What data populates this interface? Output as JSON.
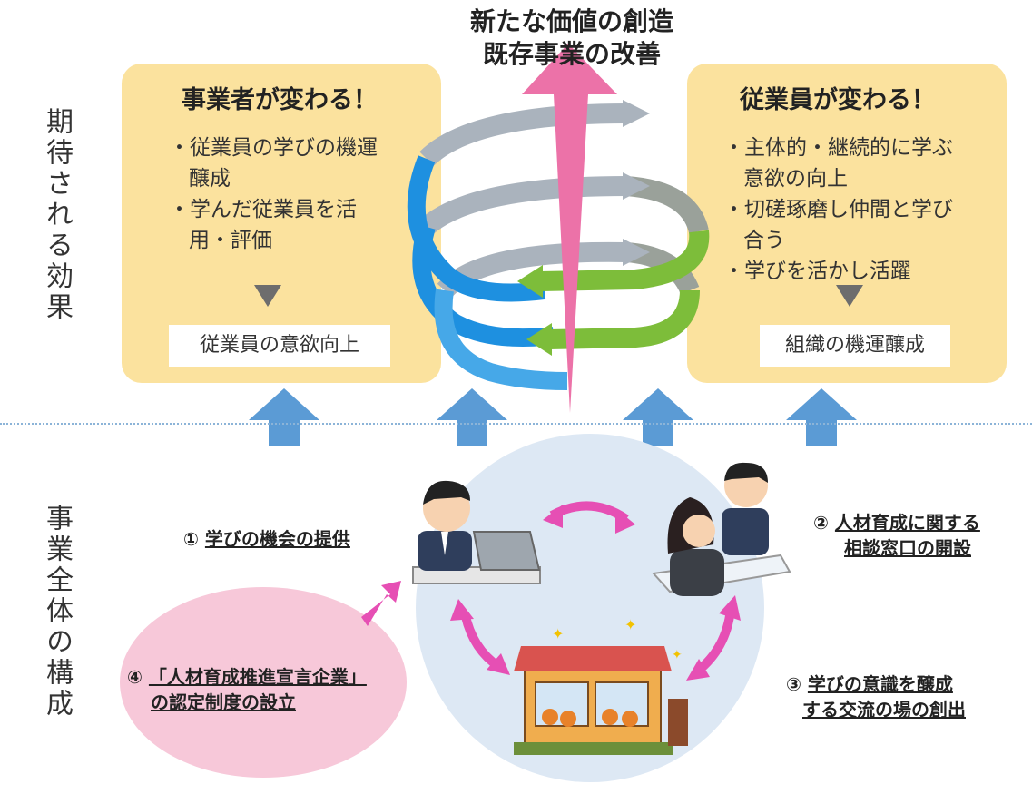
{
  "side_labels": {
    "top": "期待される効果",
    "bottom": "事業全体の構成"
  },
  "headline": {
    "line1": "新たな価値の創造",
    "line2": "既存事業の改善"
  },
  "left_panel": {
    "title": "事業者が変わる！",
    "items": [
      "従業員の学びの機運醸成",
      "学んだ従業員を活用・評価"
    ],
    "result": "従業員の意欲向上"
  },
  "right_panel": {
    "title": "従業員が変わる！",
    "items": [
      "主体的・継続的に学ぶ意欲の向上",
      "切磋琢磨し仲間と学び合う",
      "学びを活かし活躍"
    ],
    "result": "組織の機運醸成"
  },
  "components": {
    "c1": {
      "num": "①",
      "text": "学びの機会の提供"
    },
    "c2": {
      "num": "②",
      "line1": "人材育成に関する",
      "line2": "相談窓口の開設"
    },
    "c3": {
      "num": "③",
      "line1": "学びの意識を醸成",
      "line2": "する交流の場の創出"
    },
    "c4": {
      "num": "④",
      "line1": "「人材育成推進宣言企業」",
      "line2": "の認定制度の設立"
    }
  },
  "colors": {
    "panel": "#fbe29e",
    "pink_arrow": "#ec72a8",
    "magenta": "#e64fb4",
    "blue_up_arrow": "#5b9bd5",
    "circle": "#dde8f4",
    "pink_ellipse": "#f7c8d9",
    "spiral_blue": "#1e90e0",
    "spiral_green": "#7dbd3a",
    "spiral_gray": "#aab3bd"
  }
}
